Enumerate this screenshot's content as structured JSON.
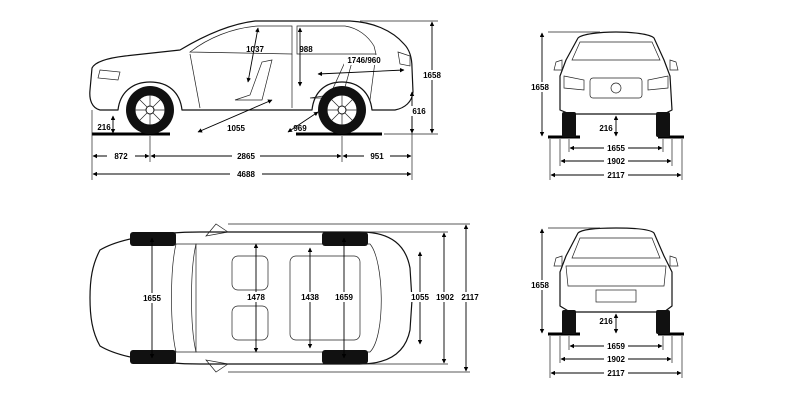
{
  "side_view": {
    "total_length": "4688",
    "front_overhang": "872",
    "wheelbase": "2865",
    "rear_overhang": "951",
    "height": "1658",
    "ground_clearance": "216",
    "front_headroom": "1037",
    "rear_headroom": "988",
    "loading_height": "616",
    "boot_length": "1746/960",
    "front_legroom": "1055",
    "rear_legroom": "969"
  },
  "front_view": {
    "height": "1658",
    "ground_clearance": "216",
    "track": "1655",
    "width": "1902",
    "width_with_mirrors": "2117"
  },
  "top_view": {
    "front_track": "1655",
    "front_shoulder": "1478",
    "rear_shoulder": "1438",
    "rear_track": "1659",
    "cargo_width": "1055",
    "width": "1902",
    "width_with_mirrors": "2117"
  },
  "rear_view": {
    "height": "1658",
    "ground_clearance": "216",
    "track": "1659",
    "width": "1902",
    "width_with_mirrors": "2117"
  }
}
